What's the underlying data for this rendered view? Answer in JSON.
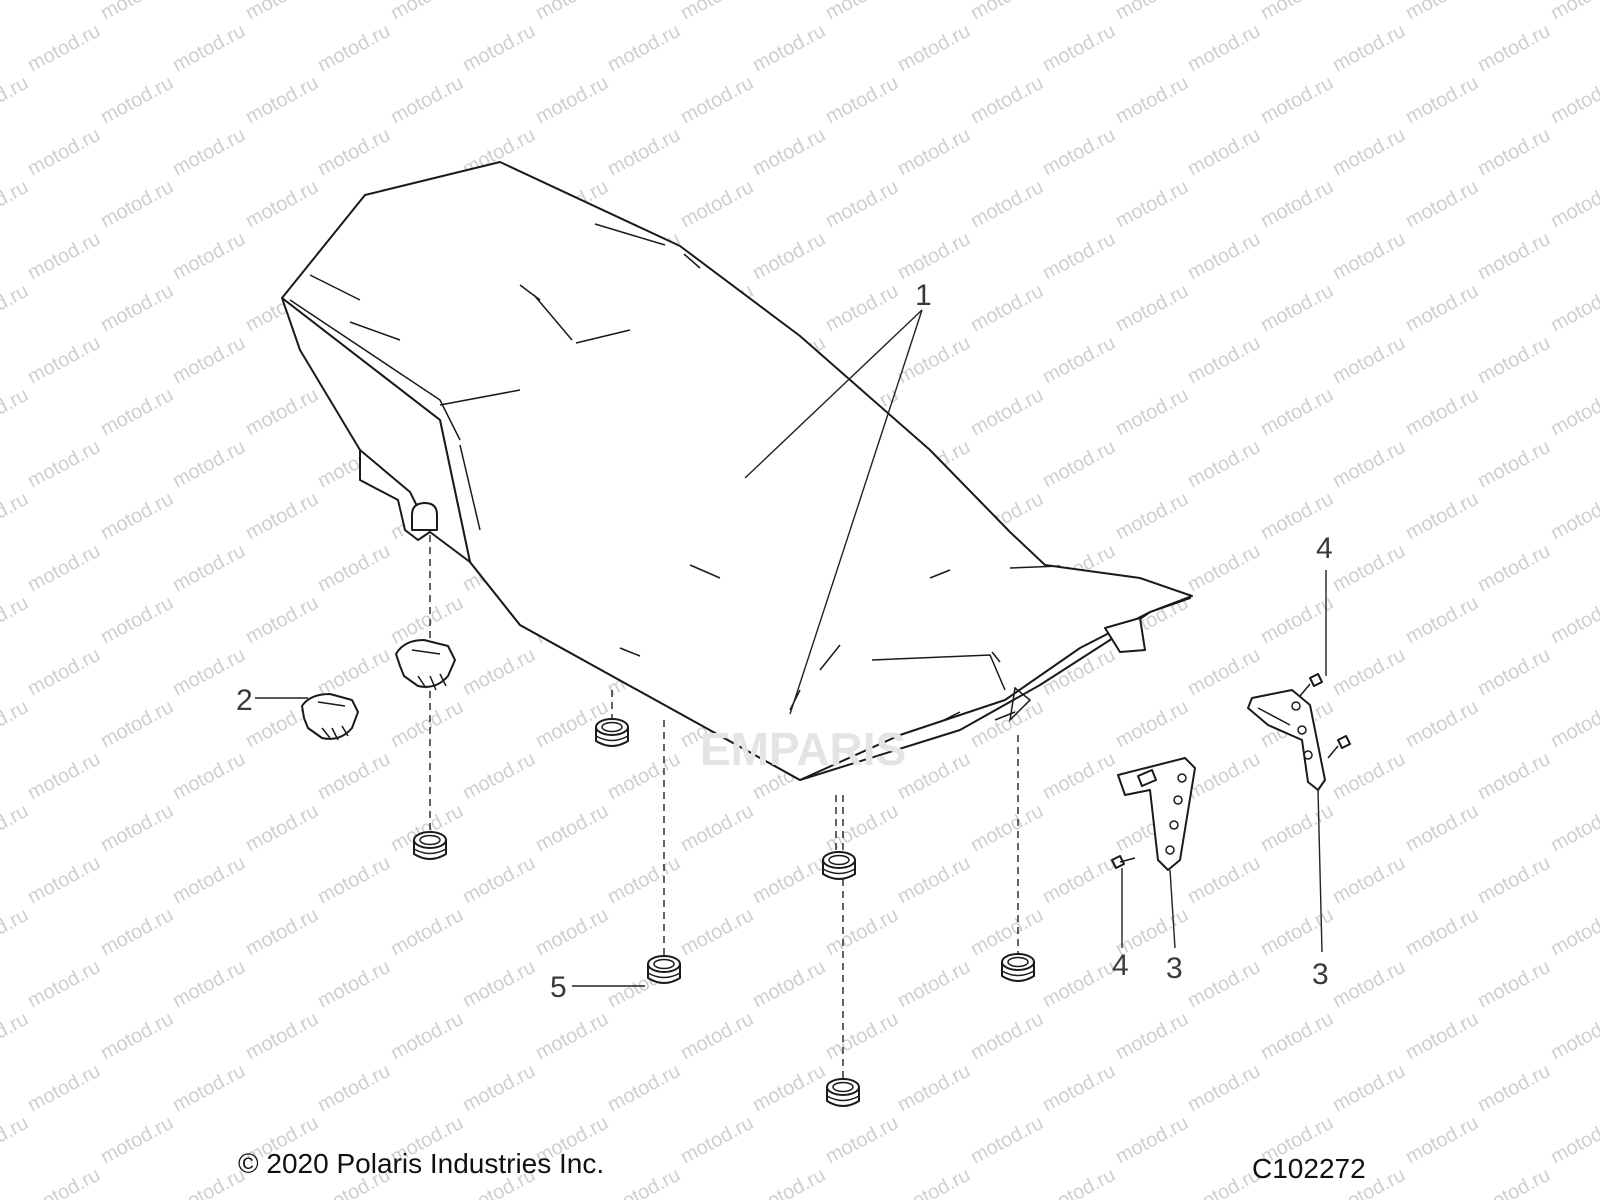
{
  "watermark": {
    "text": "motod.ru",
    "logo_text": "EMPARIS",
    "color": "#cfcfcf"
  },
  "callouts": [
    {
      "id": "1",
      "label": "1",
      "part": "seat"
    },
    {
      "id": "2",
      "label": "2",
      "part": "clip"
    },
    {
      "id": "3a",
      "label": "3",
      "part": "bracket-left"
    },
    {
      "id": "3b",
      "label": "3",
      "part": "bracket-right"
    },
    {
      "id": "4a",
      "label": "4",
      "part": "screw-lower"
    },
    {
      "id": "4b",
      "label": "4",
      "part": "screw-upper"
    },
    {
      "id": "5",
      "label": "5",
      "part": "grommet"
    }
  ],
  "footer": {
    "copyright": "© 2020 Polaris Industries Inc.",
    "drawing_number": "C102272"
  }
}
